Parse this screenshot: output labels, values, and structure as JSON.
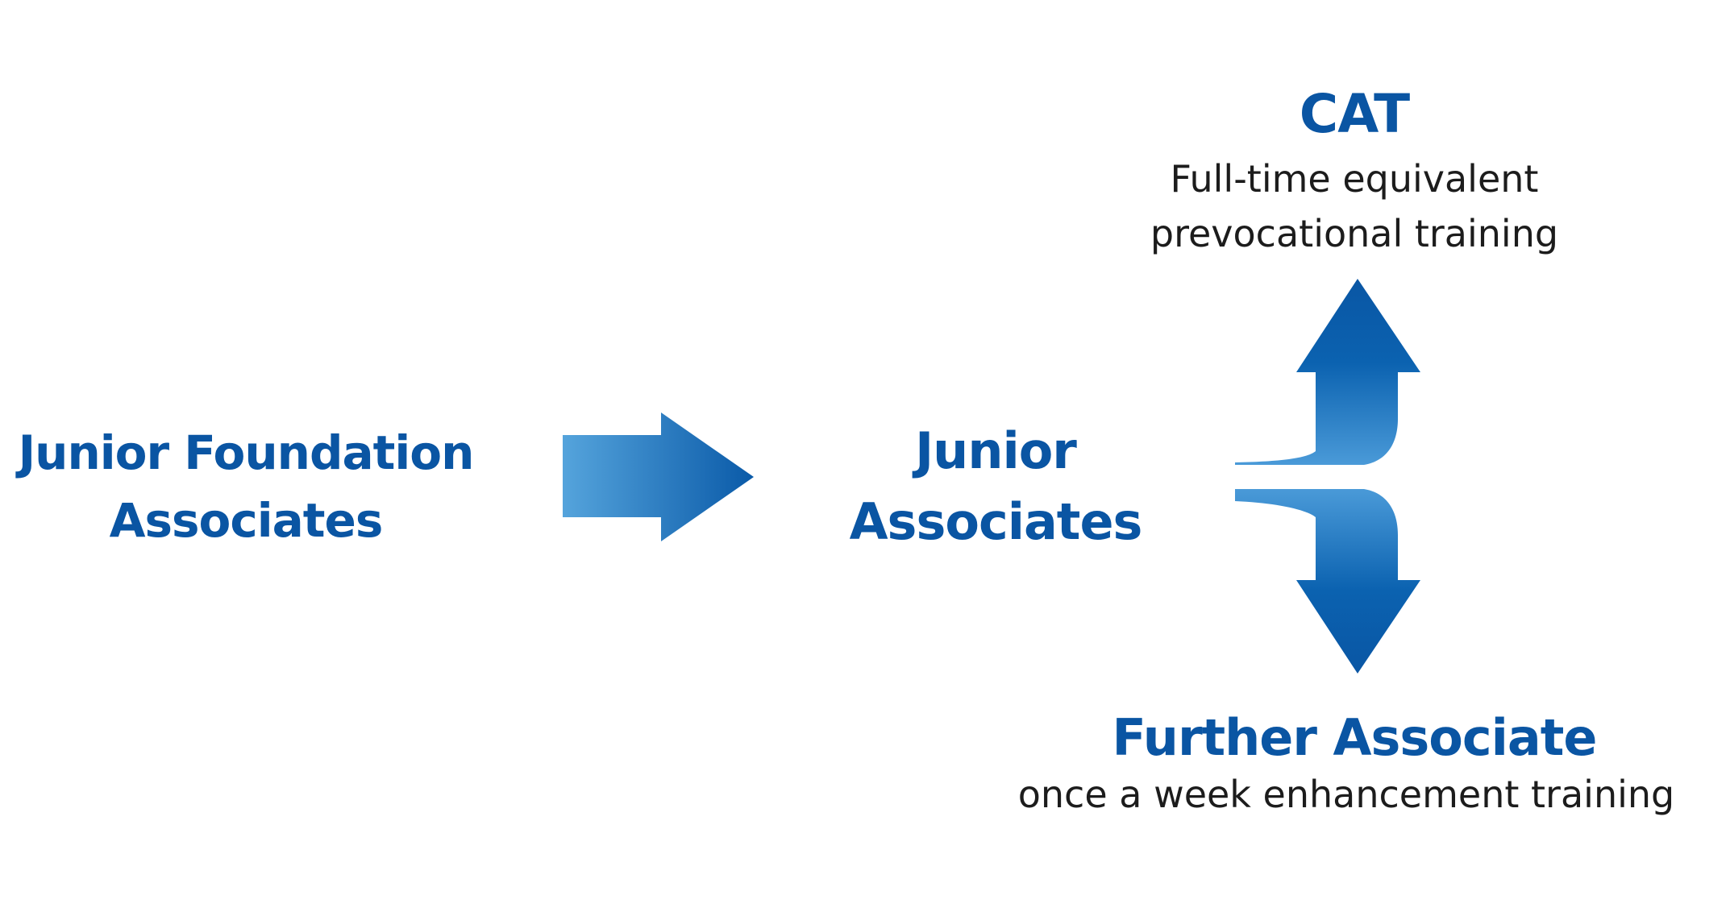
{
  "nodes": {
    "junior_foundation": {
      "line1": "Junior Foundation",
      "line2": "Associates"
    },
    "junior": {
      "line1": "Junior",
      "line2": "Associates"
    },
    "cat": {
      "title": "CAT",
      "line1": "Full-time equivalent",
      "line2": "prevocational training"
    },
    "further": {
      "title": "Further Associate",
      "line1": "once a week enhancement training"
    }
  },
  "colors": {
    "title_blue": "#0a55a3",
    "arrow_dark": "#0a5aa8",
    "arrow_light": "#55a4dc",
    "text_dark": "#1c1c1c"
  }
}
